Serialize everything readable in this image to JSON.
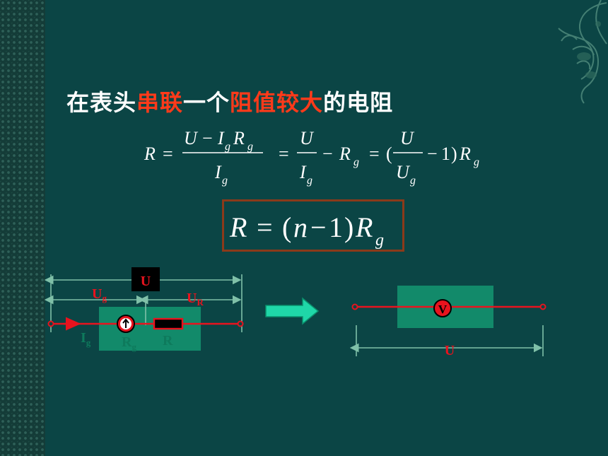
{
  "title": {
    "part1": "在表头",
    "part2": "串联",
    "part3": "一个",
    "part4": "阻值较大",
    "part5": "的电阻"
  },
  "formula": {
    "R": "R",
    "eq": "=",
    "U": "U",
    "minus": "−",
    "I": "I",
    "R2": "R",
    "g": "g",
    "lparen": "(",
    "rparen": ")",
    "one": "1",
    "n": "n"
  },
  "circuit": {
    "U_label": "U",
    "Ug_label": "U",
    "Ug_sub": "g",
    "UR_label": "U",
    "UR_sub": "R",
    "Ig_label": "I",
    "Ig_sub": "g",
    "Rg_label": "R",
    "Rg_sub": "g",
    "R_label": "R",
    "voltmeter": "V",
    "total_U": "U"
  },
  "colors": {
    "highlight": "#ff3a1a",
    "wire": "#e8131e",
    "dimension": "#7fc0a8",
    "box": "#128a6a"
  }
}
